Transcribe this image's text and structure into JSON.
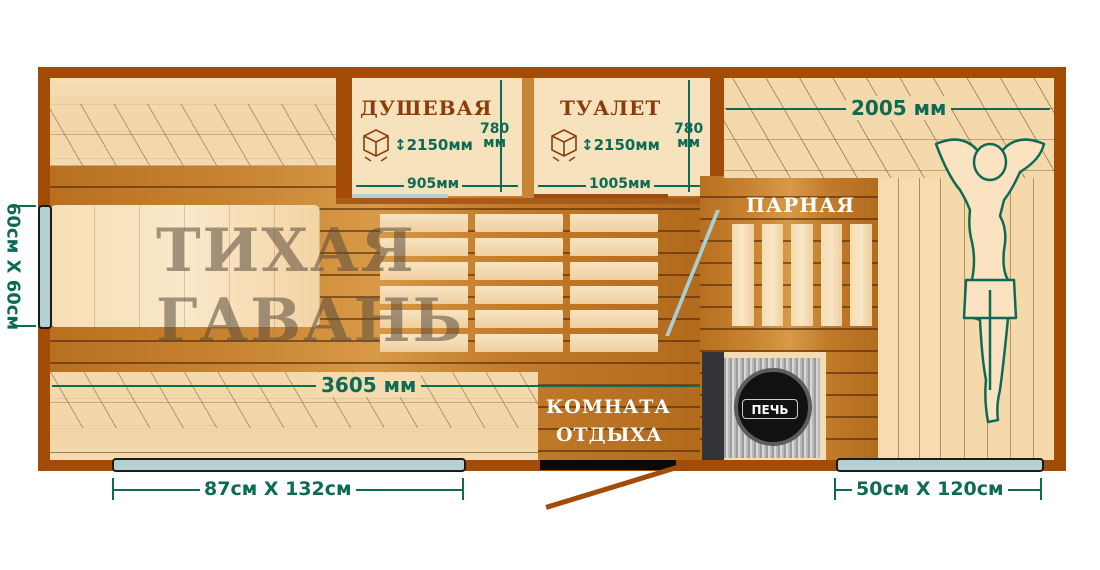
{
  "brand": {
    "watermark_line1": "ТИХАЯ",
    "watermark_line2": "ГАВАНЬ"
  },
  "rooms": {
    "shower": {
      "label": "ДУШЕВАЯ",
      "height_dim": "2150мм",
      "depth_dim_value": "780",
      "depth_dim_unit": "мм",
      "width_dim": "905мм",
      "icon": "cube-dimensions-icon"
    },
    "toilet": {
      "label": "ТУАЛЕТ",
      "height_dim": "2150мм",
      "depth_dim_value": "780",
      "depth_dim_unit": "мм",
      "width_dim": "1005мм",
      "icon": "cube-dimensions-icon"
    },
    "steam_room": {
      "label": "ПАРНАЯ",
      "width_dim": "2005 мм"
    },
    "rest_room": {
      "label_line1": "КОМНАТА",
      "label_line2": "ОТДЫХА",
      "length_dim": "3605 мм"
    },
    "stove": {
      "label": "ПЕЧЬ"
    }
  },
  "windows": {
    "left": {
      "dim": "60см X 60см"
    },
    "bottom_left": {
      "dim": "87см X 132см"
    },
    "bottom_right": {
      "dim": "50см X 120см"
    }
  },
  "colors": {
    "wall": "#a34c08",
    "dimension": "#0d6b55",
    "room_label": "#8a3d0a",
    "window_glass": "#b4d0d3"
  }
}
